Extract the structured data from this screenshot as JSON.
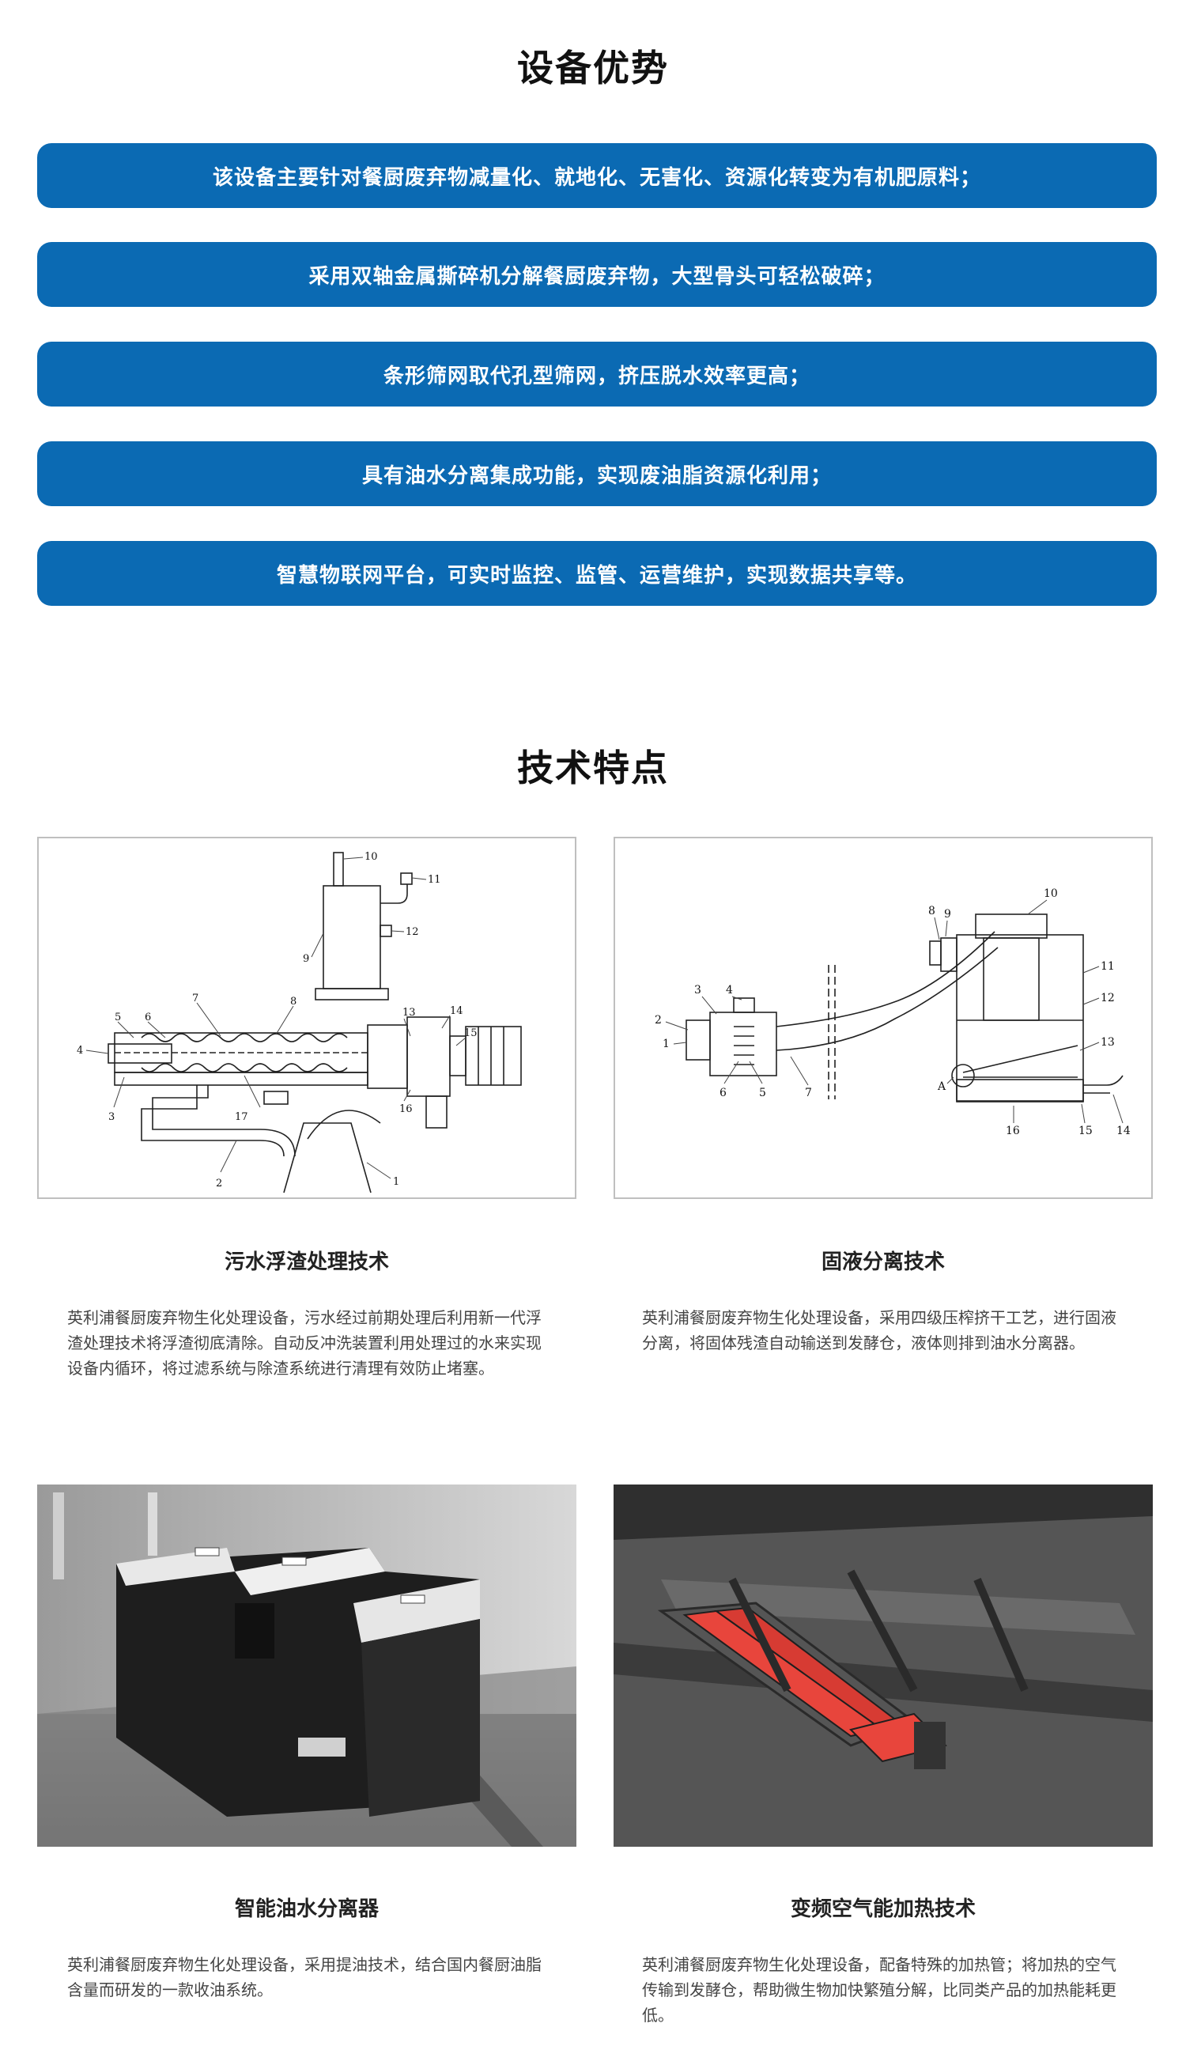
{
  "advantages": {
    "title": "设备优势",
    "items": [
      "该设备主要针对餐厨废弃物减量化、就地化、无害化、资源化转变为有机肥原料；",
      "采用双轴金属撕碎机分解餐厨废弃物，大型骨头可轻松破碎；",
      "条形筛网取代孔型筛网，挤压脱水效率更高；",
      "具有油水分离集成功能，实现废油脂资源化利用；",
      "智慧物联网平台，可实时监控、监管、运营维护，实现数据共享等。"
    ]
  },
  "features": {
    "title": "技术特点",
    "items": [
      {
        "caption": "污水浮渣处理技术",
        "description": "英利浦餐厨废弃物生化处理设备，污水经过前期处理后利用新一代浮渣处理技术将浮渣彻底清除。自动反冲洗装置利用处理过的水来实现设备内循环，将过滤系统与除渣系统进行清理有效防止堵塞。",
        "labels": [
          "1",
          "2",
          "3",
          "4",
          "5",
          "6",
          "7",
          "8",
          "9",
          "10",
          "11",
          "12",
          "13",
          "14",
          "15",
          "16",
          "17"
        ]
      },
      {
        "caption": "固液分离技术",
        "description": "英利浦餐厨废弃物生化处理设备，采用四级压榨挤干工艺，进行固液分离，将固体残渣自动输送到发酵仓，液体则排到油水分离器。",
        "labels": [
          "1",
          "2",
          "3",
          "4",
          "5",
          "6",
          "7",
          "8",
          "9",
          "10",
          "11",
          "12",
          "13",
          "14",
          "15",
          "16",
          "A"
        ]
      },
      {
        "caption": "智能油水分离器",
        "description": "英利浦餐厨废弃物生化处理设备，采用提油技术，结合国内餐厨油脂含量而研发的一款收油系统。"
      },
      {
        "caption": "变频空气能加热技术",
        "description": "英利浦餐厨废弃物生化处理设备，配备特殊的加热管；将加热的空气传输到发酵仓，帮助微生物加快繁殖分解，比同类产品的加热能耗更低。"
      }
    ]
  },
  "colors": {
    "pill": "#0b6ab3",
    "heater": "#e8453c"
  }
}
